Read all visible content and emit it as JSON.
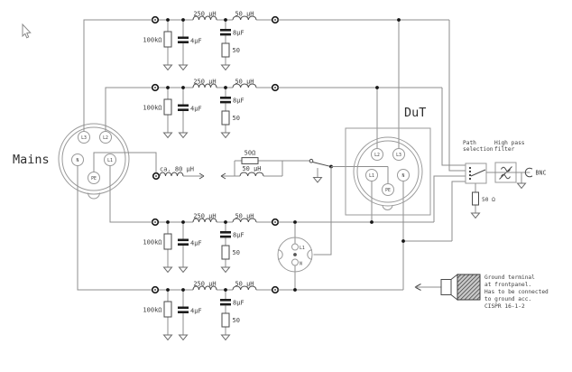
{
  "window": {
    "background": "#ffffff",
    "wire_color": "#8c8c8c",
    "ink_color": "#3d3d3d"
  },
  "labels": {
    "mains": "Mains",
    "dut": "DuT",
    "bnc": "BNC"
  },
  "path_selection": {
    "line1": "Path",
    "line2": "selection"
  },
  "high_pass_filter": {
    "line1": "High pass",
    "line2": "filter"
  },
  "output_resistor": "50 Ω",
  "filter_stage": {
    "shunt_resistor": "100kΩ",
    "shunt_capacitor": "4μF",
    "series_inductor": "250 μH",
    "dut_capacitor": "8μF",
    "dut_resistor": "50",
    "dut_inductor": "50 μH"
  },
  "pe_network": {
    "inductor": "ca. 80 μH",
    "resistor": "50Ω",
    "parallel_inductor": "50 μH"
  },
  "mains_connector": {
    "pins": {
      "l3": "L3",
      "l2": "L2",
      "n": "N",
      "l1": "L1",
      "pe": "PE"
    }
  },
  "dut_connector": {
    "pins": {
      "l2": "L2",
      "l3": "L3",
      "l1": "L1",
      "n": "N",
      "pe": "PE"
    }
  },
  "aux_outlet": {
    "pins": {
      "l1": "L1",
      "n": "N"
    }
  },
  "ground_note": {
    "line1": "Ground terminal",
    "line2": "at frontpanel.",
    "line3": "Has to be connected",
    "line4": "to ground acc.",
    "line5": "CISPR 16-1-2"
  }
}
